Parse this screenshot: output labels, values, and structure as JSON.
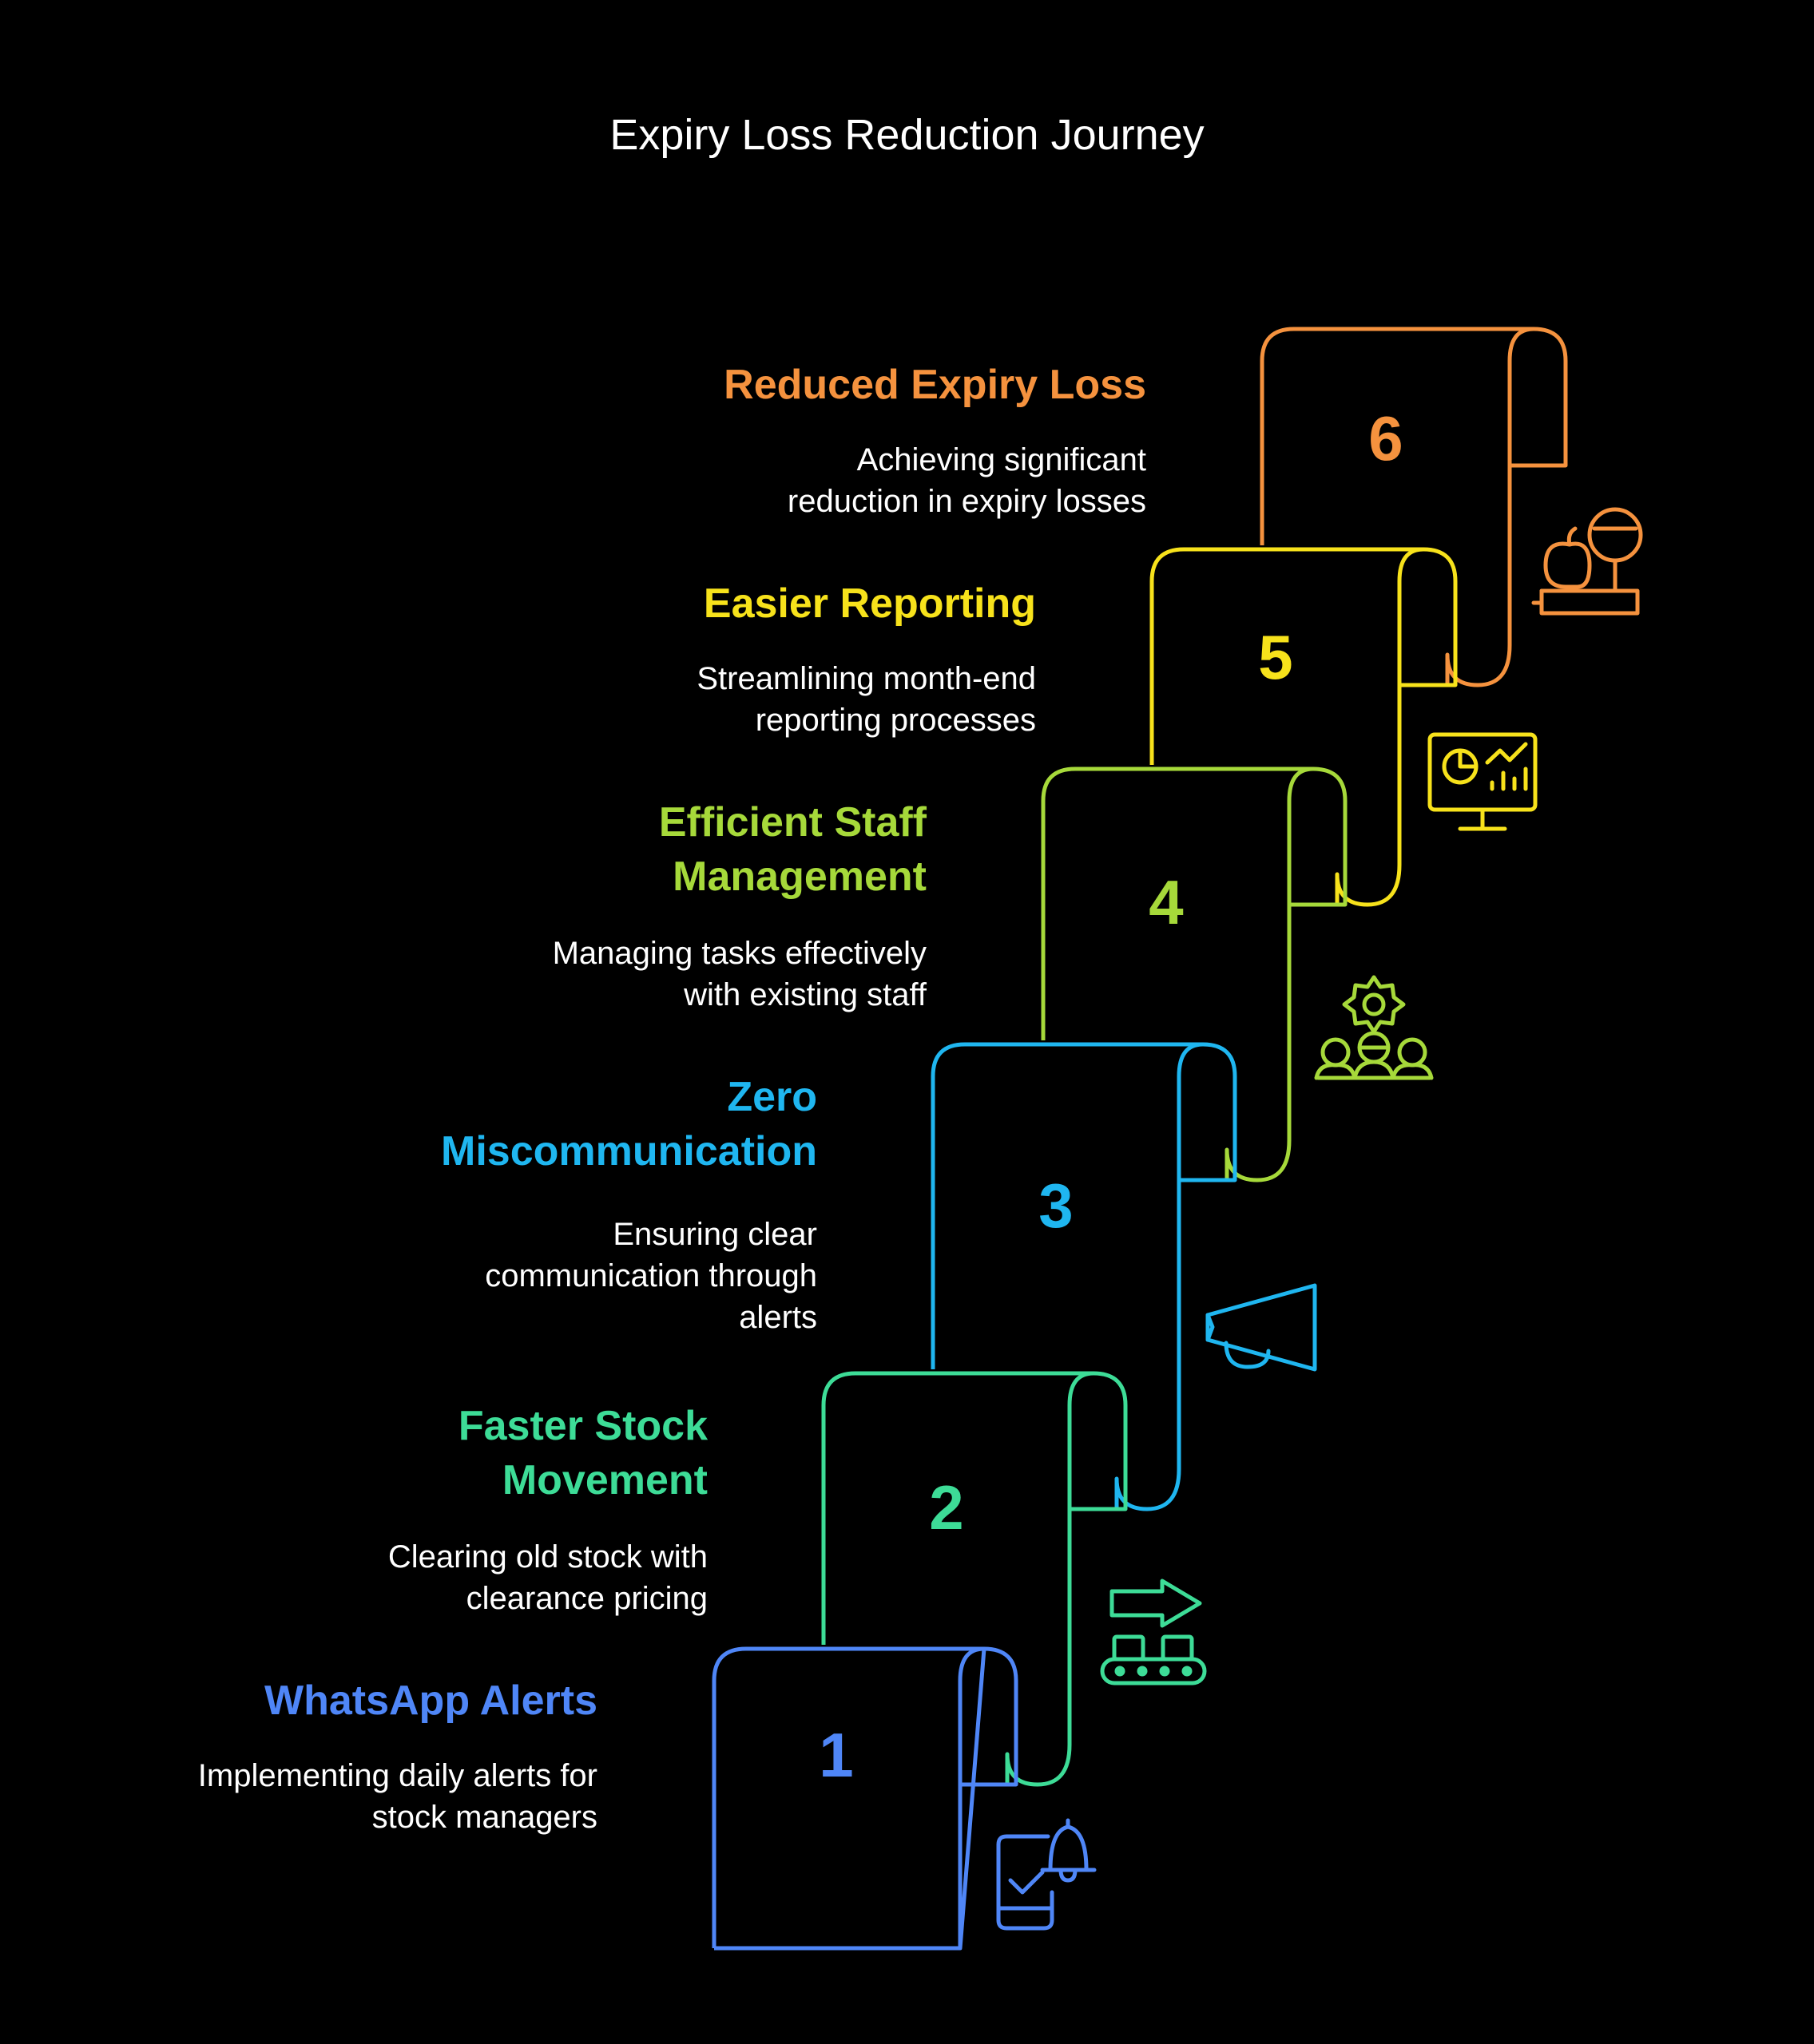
{
  "title": "Expiry Loss Reduction Journey",
  "steps": [
    {
      "number": "1",
      "title": "WhatsApp Alerts",
      "description": "Implementing daily alerts for stock managers",
      "color": "#4f86f7",
      "icon": "phone-bell-icon"
    },
    {
      "number": "2",
      "title": "Faster Stock Movement",
      "description": "Clearing old stock with clearance pricing",
      "color": "#3ddc97",
      "icon": "conveyor-arrow-icon"
    },
    {
      "number": "3",
      "title": "Zero Miscommunication",
      "description": "Ensuring clear communication through alerts",
      "color": "#1fb6f0",
      "icon": "megaphone-icon"
    },
    {
      "number": "4",
      "title": "Efficient Staff Management",
      "description": "Managing tasks effectively with existing staff",
      "color": "#a6d93a",
      "icon": "team-gear-icon"
    },
    {
      "number": "5",
      "title": "Easier Reporting",
      "description": "Streamlining month-end reporting processes",
      "color": "#f7e21b",
      "icon": "dashboard-monitor-icon"
    },
    {
      "number": "6",
      "title": "Reduced Expiry Loss",
      "description": "Achieving significant reduction in expiry losses",
      "color": "#f5923e",
      "icon": "scale-apple-icon"
    }
  ]
}
